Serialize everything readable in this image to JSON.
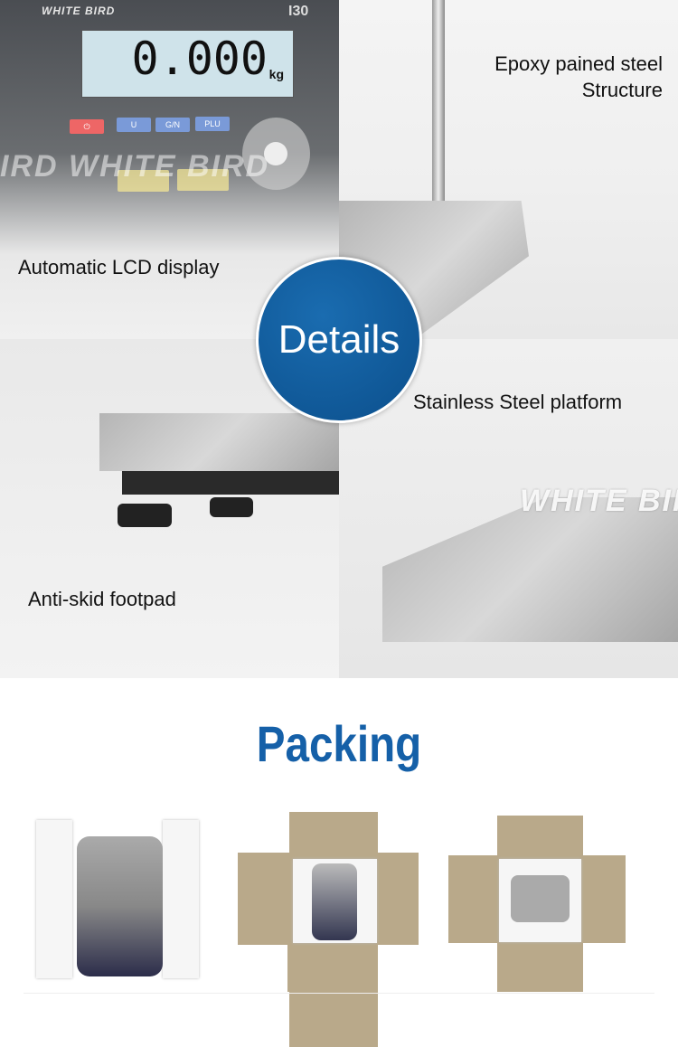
{
  "details": {
    "badge": "Details",
    "indicator": {
      "brand": "WHITE BIRD",
      "model": "I30",
      "reading": "0.000",
      "unit": "kg",
      "keys": [
        "U",
        "G/N",
        "PLU"
      ]
    },
    "labels": {
      "lcd": "Automatic LCD display",
      "structure_line1": "Epoxy pained steel",
      "structure_line2": "Structure",
      "platform": "Stainless Steel platform",
      "footpad": "Anti-skid footpad"
    },
    "watermark": "WHITE BIRD"
  },
  "packing": {
    "title": "Packing",
    "photos": [
      "foam-wrapped-scale",
      "scale-in-open-box",
      "scale-in-box-with-foam"
    ]
  },
  "colors": {
    "accent_blue": "#1560a8",
    "badge_blue": "#0b4f8c",
    "cardboard": "#b9a98a"
  }
}
